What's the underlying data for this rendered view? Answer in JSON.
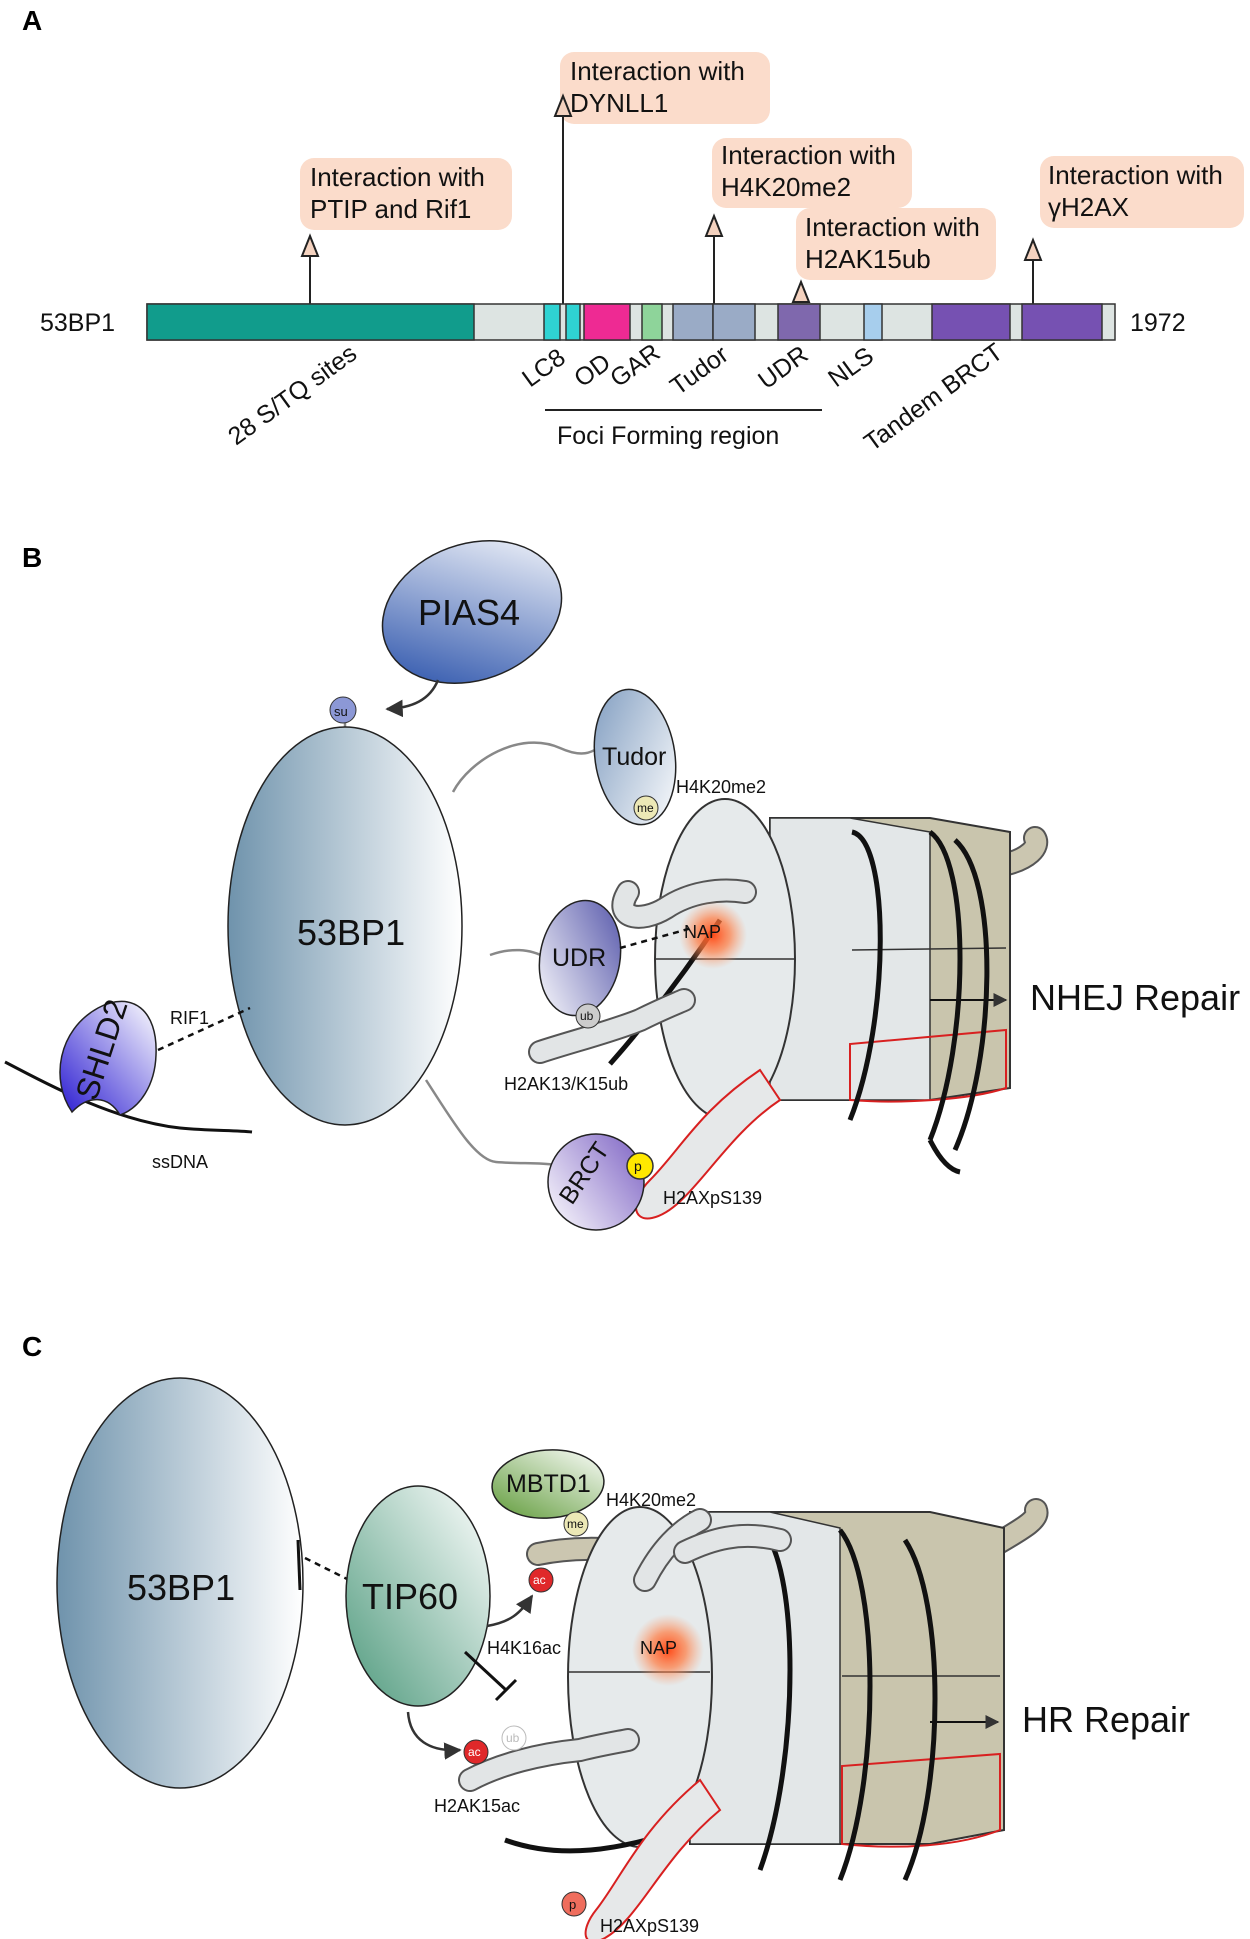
{
  "panels": {
    "a": "A",
    "b": "B",
    "c": "C"
  },
  "panel_a": {
    "protein": "53BP1",
    "length": "1972",
    "annotations": {
      "ptip_1": "Interaction with",
      "ptip_2": "PTIP and Rif1",
      "dynll_1": "Interaction with",
      "dynll_2": "DYNLL1",
      "h4_1": "Interaction with",
      "h4_2": "H4K20me2",
      "h2a_1": "Interaction with",
      "h2a_2": "H2AK15ub",
      "gh2ax_1": "Interaction with",
      "gh2ax_2": "γH2AX"
    },
    "domains": {
      "stq": "28 S/TQ sites",
      "lc8": "LC8",
      "od": "OD",
      "gar": "GAR",
      "tudor": "Tudor",
      "udr": "UDR",
      "nls": "NLS",
      "brct": "Tandem BRCT"
    },
    "region": "Foci Forming region",
    "colors": {
      "stq": "#119c8c",
      "linker": "#dde4e2",
      "lc8": "#2fd3d3",
      "od": "#ee2a93",
      "gar": "#8ed49a",
      "tudor": "#9aabc6",
      "udr": "#7f68ad",
      "nls": "#a7ceed",
      "brct": "#7651b2",
      "note_bg": "#fbdccb"
    }
  },
  "panel_b": {
    "pias4": "PIAS4",
    "su": "su",
    "bp1": "53BP1",
    "tudor": "Tudor",
    "me": "me",
    "h4k20me2": "H4K20me2",
    "udr": "UDR",
    "ub": "ub",
    "nap": "NAP",
    "h2ak": "H2AK13/K15ub",
    "shld2": "SHLD2",
    "rif1": "RIF1",
    "ssdna": "ssDNA",
    "brct": "BRCT",
    "p": "p",
    "h2axps139": "H2AXpS139",
    "outcome": "NHEJ Repair"
  },
  "panel_c": {
    "bp1": "53BP1",
    "tip60": "TIP60",
    "mbtd1": "MBTD1",
    "me": "me",
    "h4k20me2": "H4K20me2",
    "ac1": "ac",
    "h4k16ac": "H4K16ac",
    "nap": "NAP",
    "ac2": "ac",
    "ub": "ub",
    "h2ak15ac": "H2AK15ac",
    "p": "p",
    "h2axps139": "H2AXpS139",
    "outcome": "HR Repair"
  }
}
